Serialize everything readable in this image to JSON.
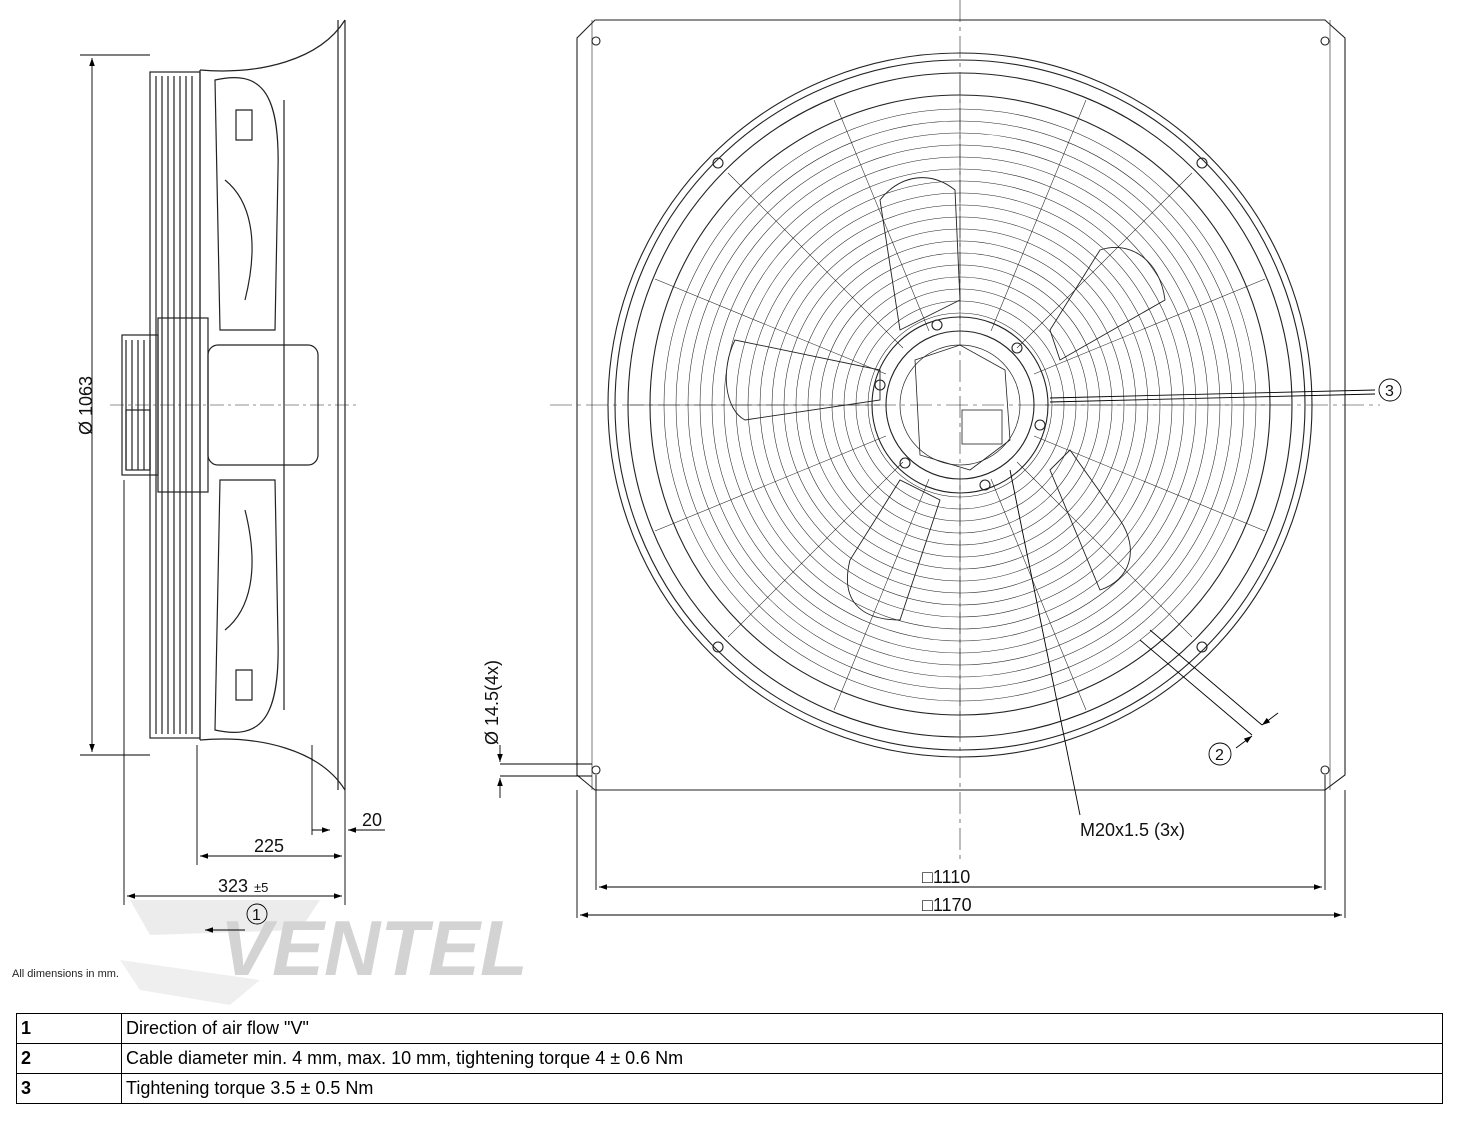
{
  "side_view": {
    "dia_outer": "Ø 1063",
    "dim_20": "20",
    "dim_225": "225",
    "dim_323": "323",
    "dim_323_tol": "±5",
    "callout_1": "1"
  },
  "front_view": {
    "hole_dia": "Ø 14.5(4x)",
    "callout_2": "2",
    "callout_3": "3",
    "gland": "M20x1.5 (3x)",
    "dim_1110": "□1110",
    "dim_1170": "□1170"
  },
  "watermark": "VENTEL",
  "note": "All dimensions in mm.",
  "legend": [
    {
      "num": "1",
      "text": "Direction of air flow \"V\""
    },
    {
      "num": "2",
      "text": "Cable diameter min. 4 mm, max. 10 mm, tightening torque 4 ± 0.6 Nm"
    },
    {
      "num": "3",
      "text": "Tightening torque 3.5 ± 0.5 Nm"
    }
  ]
}
